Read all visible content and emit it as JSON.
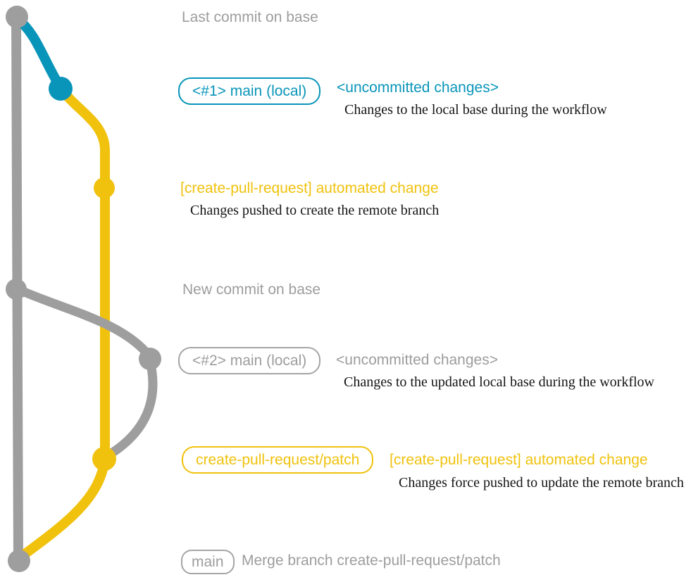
{
  "colors": {
    "branch_base_gray": "#9e9e9e",
    "branch_local_blue": "#0995b9",
    "branch_patch_yellow": "#f0c20d",
    "description_text": "#141414",
    "background": "#ffffff"
  },
  "graph": {
    "branches": [
      {
        "name": "base",
        "color_key": "branch_base_gray"
      },
      {
        "name": "main-local",
        "color_key": "branch_local_blue"
      },
      {
        "name": "create-pull-request-patch",
        "color_key": "branch_patch_yellow"
      }
    ],
    "commits": [
      {
        "id": "last-commit-on-base",
        "branch": "base"
      },
      {
        "id": "uncommitted-changes-1",
        "branch": "main-local"
      },
      {
        "id": "automated-change-1",
        "branch": "create-pull-request-patch"
      },
      {
        "id": "new-commit-on-base",
        "branch": "base"
      },
      {
        "id": "uncommitted-changes-2",
        "branch": "main-local"
      },
      {
        "id": "automated-change-2",
        "branch": "create-pull-request-patch"
      },
      {
        "id": "merge-commit",
        "branch": "base"
      }
    ]
  },
  "annotations": {
    "row1_label": "Last commit on base",
    "row2_badge": "<#1> main (local)",
    "row2_title": "<uncommitted changes>",
    "row2_desc": "Changes to the local base during the workflow",
    "row3_title": "[create-pull-request] automated change",
    "row3_desc": "Changes pushed to create the remote branch",
    "row4_label": "New commit on base",
    "row5_badge": "<#2> main (local)",
    "row5_title": "<uncommitted changes>",
    "row5_desc": "Changes to the updated local base during the workflow",
    "row6_badge": "create-pull-request/patch",
    "row6_title": "[create-pull-request] automated change",
    "row6_desc": "Changes force pushed to update the remote branch",
    "row7_badge": "main",
    "row7_label": "Merge branch create-pull-request/patch"
  }
}
